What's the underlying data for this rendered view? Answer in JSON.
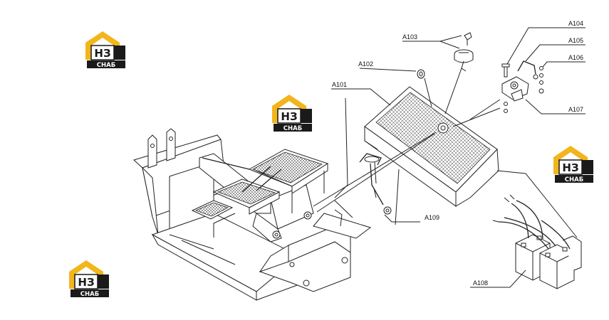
{
  "logos": [
    {
      "mark": "НЗ",
      "word": "СНАБ"
    },
    {
      "mark": "НЗ",
      "word": "СНАБ"
    },
    {
      "mark": "НЗ",
      "word": "СНАБ"
    },
    {
      "mark": "НЗ",
      "word": "СНАБ"
    }
  ],
  "callouts": {
    "a101": "A101",
    "a102": "A102",
    "a103": "A103",
    "a104": "A104",
    "a105": "A105",
    "a106": "A106",
    "a107": "A107",
    "a108": "A108",
    "a109": "A109"
  },
  "colors": {
    "logo_yellow": "#f2b51b",
    "logo_black": "#1a1a1a",
    "line": "#222222"
  }
}
